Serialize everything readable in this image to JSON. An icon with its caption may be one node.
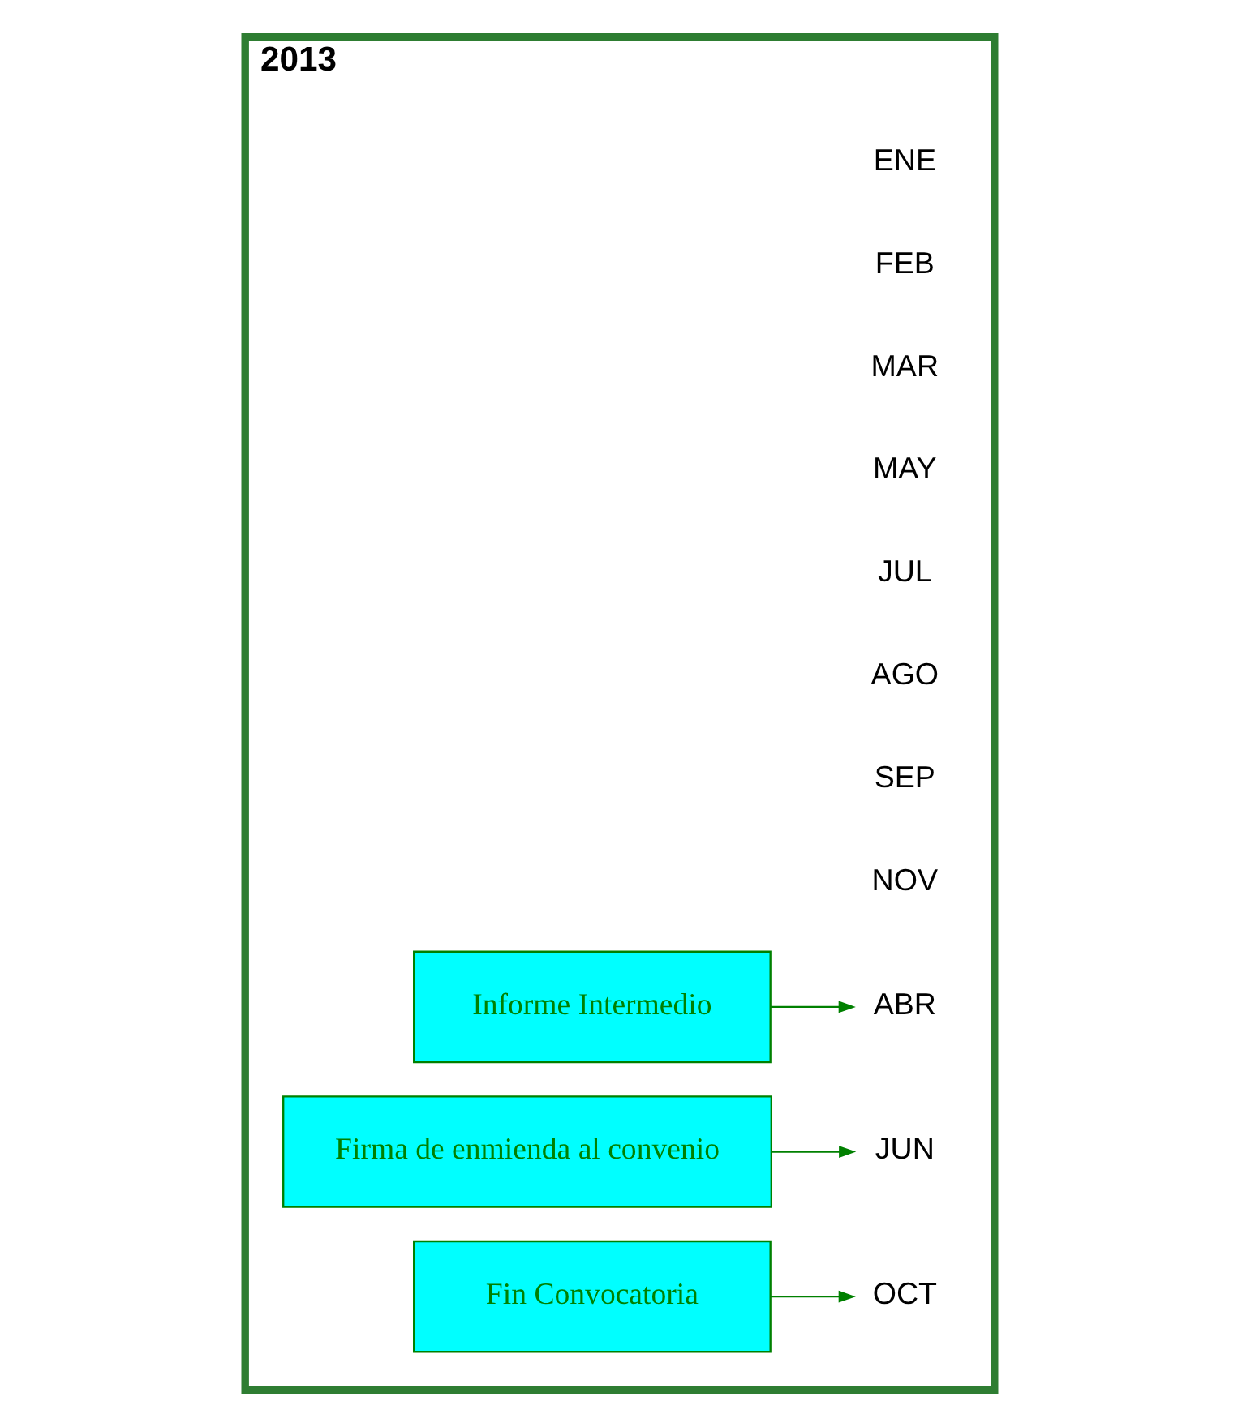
{
  "diagram": {
    "nodes": [
      {
        "text": [
          "2013"
        ]
      },
      {
        "text": [
          "ABR"
        ],
        "in": 0
      },
      {
        "text": [
          "Informe Intermedio"
        ],
        "in": 0
      },
      {
        "text": [
          "JUN"
        ],
        "in": 0
      },
      {
        "text": [
          "Firma de enmienda al convenio"
        ],
        "in": 0
      },
      {
        "text": [
          "OCT"
        ],
        "in": 0
      },
      {
        "text": [
          "Fin Convocatoria"
        ],
        "in": 0
      }
    ],
    "edges": [
      {
        "from": 2,
        "to": 1,
        "arrow": "to"
      },
      {
        "from": 4,
        "to": 3,
        "arrow": "to"
      },
      {
        "from": 6,
        "to": 5,
        "arrow": "to"
      }
    ],
    "labels": [
      "ENE",
      "FEB",
      "MAR",
      "MAY",
      "JUL",
      "AGO",
      "SEP",
      "NOV"
    ]
  }
}
